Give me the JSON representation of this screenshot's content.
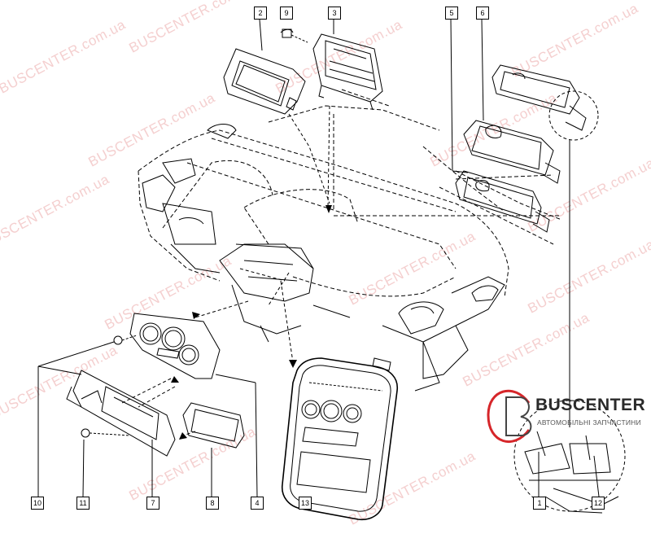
{
  "callouts": {
    "c2": "2",
    "c9": "9",
    "c3": "3",
    "c5": "5",
    "c6": "6",
    "c10": "10",
    "c11": "11",
    "c7": "7",
    "c8": "8",
    "c4": "4",
    "c13": "13",
    "c1": "1",
    "c12": "12"
  },
  "watermark": {
    "text": "BUSCENTER.com.ua"
  },
  "logo": {
    "brand": "BUSCENTER",
    "tagline": "АВТОМОБІЛЬНІ ЗАПЧАСТИНИ",
    "accent_color": "#d6262a"
  }
}
